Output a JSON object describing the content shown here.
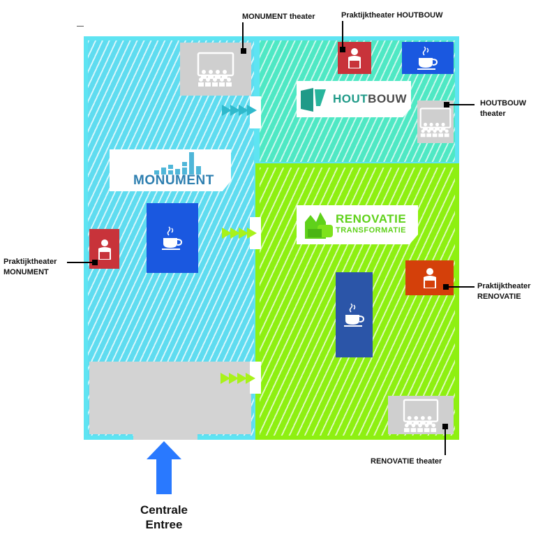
{
  "callouts": {
    "monument_theater": "MONUMENT theater",
    "houtbouw_praktijk": "Praktijktheater HOUTBOUW",
    "houtbouw_theater_line1": "HOUTBOUW",
    "houtbouw_theater_line2": "theater",
    "monument_praktijk_line1": "Praktijktheater",
    "monument_praktijk_line2": "MONUMENT",
    "renovatie_praktijk_line1": "Praktijktheater",
    "renovatie_praktijk_line2": "RENOVATIE",
    "renovatie_theater": "RENOVATIE theater"
  },
  "halls": {
    "monument": {
      "name": "MONUMENT",
      "color": "#5fdcf0"
    },
    "houtbouw": {
      "name_a": "HOUT",
      "name_b": "BOUW",
      "color": "#4fe8c4"
    },
    "renovatie": {
      "name_line1": "RENOVATIE",
      "name_line2": "TRANSFORMATIE",
      "color": "#8ef011"
    }
  },
  "entrance": {
    "line1": "Centrale",
    "line2": "Entree",
    "arrow_color": "#2979ff"
  },
  "icons": {
    "theater": "theater-audience-icon",
    "praktijk": "presenter-icon",
    "cafe": "coffee-cup-icon"
  },
  "colors": {
    "praktijk_red": "#c8333a",
    "praktijk_orange": "#d4400a",
    "cafe_blue": "#1a58e0",
    "cafe_dark_blue": "#2b55a8",
    "theater_gray": "#cfcfcf"
  }
}
